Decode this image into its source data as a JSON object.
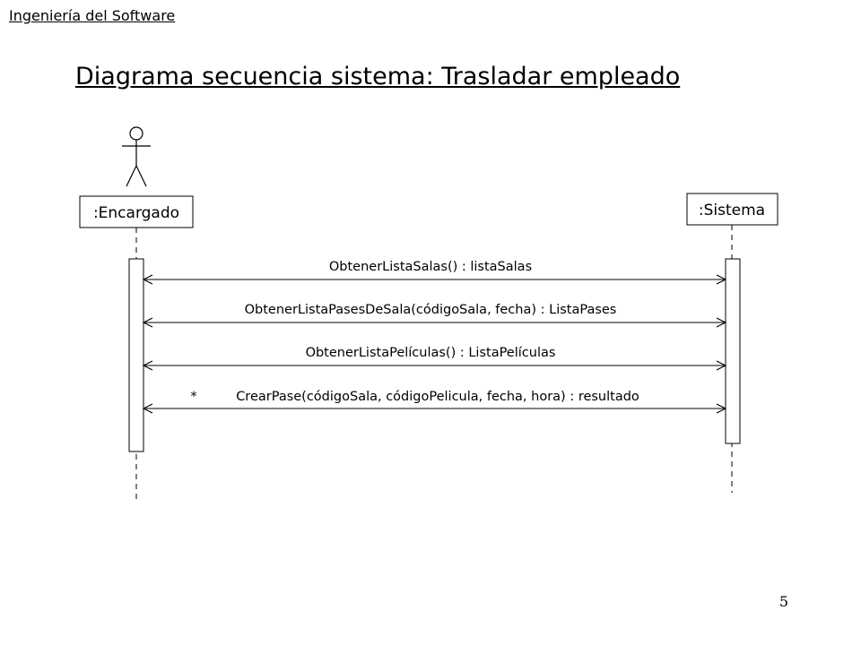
{
  "header": {
    "course": "Ingeniería del Software",
    "title": "Diagrama secuencia sistema: Trasladar empleado"
  },
  "participants": [
    {
      "id": "encargado",
      "label": ":Encargado",
      "kind": "actor"
    },
    {
      "id": "sistema",
      "label": ":Sistema",
      "kind": "system"
    }
  ],
  "messages": [
    {
      "label": "ObtenerListaSalas() : listaSalas",
      "repeat": false
    },
    {
      "label": "ObtenerListaPasesDeSala(códigoSala, fecha) : ListaPases",
      "repeat": false
    },
    {
      "label": "ObtenerListaPelículas() : ListaPelículas",
      "repeat": false
    },
    {
      "label": "CrearPase(códigoSala, códigoPelicula, fecha, hora) : resultado",
      "repeat": true,
      "marker": "*"
    }
  ],
  "footer": {
    "page_number": "5"
  },
  "colors": {
    "line": "#000000",
    "background": "#ffffff"
  }
}
